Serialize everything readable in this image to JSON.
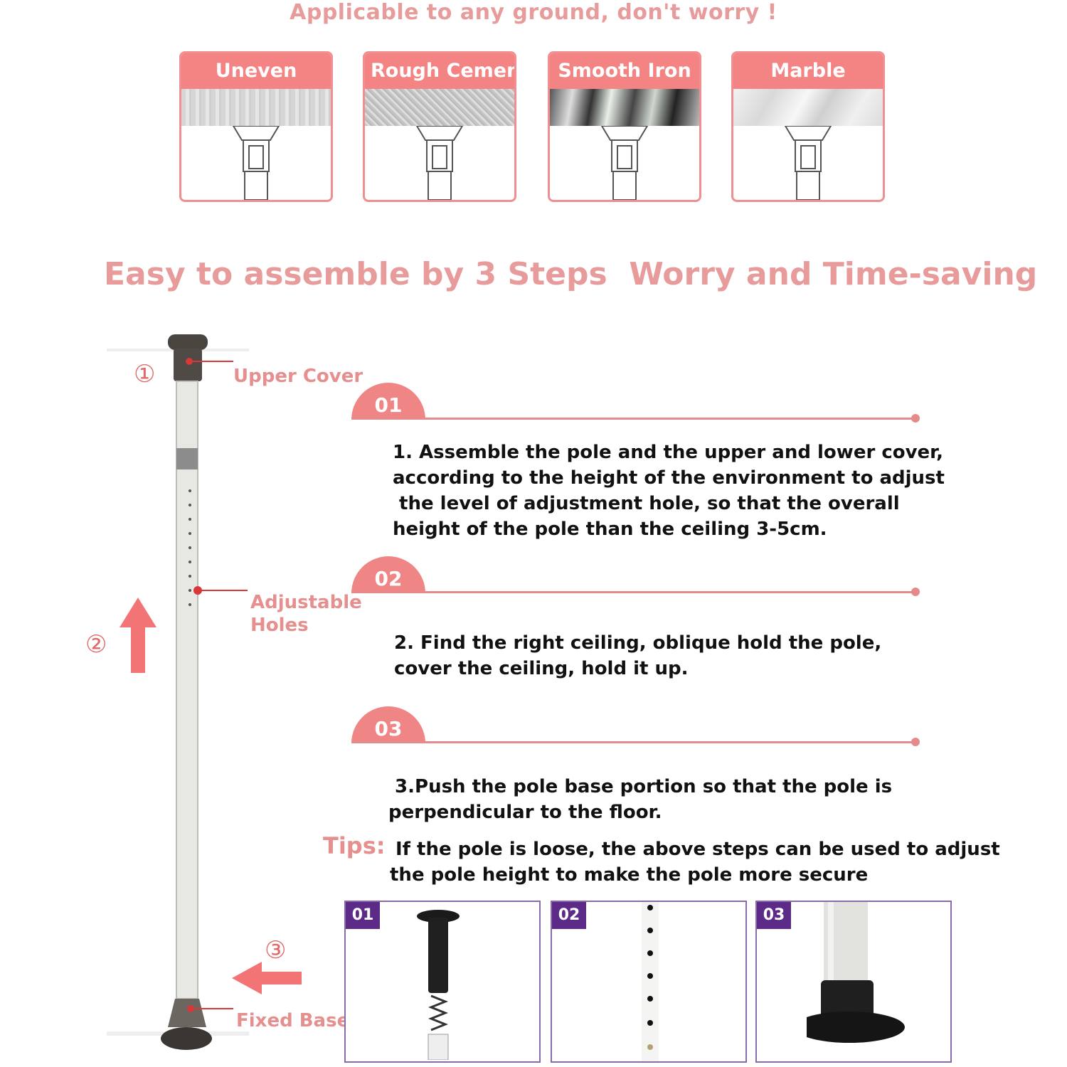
{
  "header": {
    "top_heading": "Applicable to any ground, don't worry !",
    "main_heading": "Easy to assemble by 3 Steps  Worry and Time-saving"
  },
  "surfaces": [
    {
      "label": "Uneven"
    },
    {
      "label": "Rough Cement"
    },
    {
      "label": "Smooth Iron"
    },
    {
      "label": "Marble"
    }
  ],
  "pole_labels": {
    "circle_1": "①",
    "circle_2": "②",
    "circle_3": "③",
    "upper_cover": "Upper Cover",
    "adjustable_line1": "Adjustable",
    "adjustable_line2": "Holes",
    "fixed_base": "Fixed Base"
  },
  "steps": [
    {
      "badge": "01",
      "text": "1. Assemble the pole and the upper and lower cover,\naccording to the height of the environment to adjust\n the level of adjustment hole, so that the overall\nheight of the pole than the ceiling 3-5cm."
    },
    {
      "badge": "02",
      "text": "2. Find the right ceiling, oblique hold the pole,\ncover the ceiling, hold it up."
    },
    {
      "badge": "03",
      "text": " 3.Push the pole base portion so that the pole is\nperpendicular to the floor."
    }
  ],
  "tips": {
    "label": "Tips:",
    "line1": "If the pole is loose, the above steps can be used to adjust",
    "line2": "the pole height to make the pole more secure"
  },
  "thumbnails": [
    {
      "tag": "01"
    },
    {
      "tag": "02"
    },
    {
      "tag": "03"
    }
  ],
  "colors": {
    "pink": "#e89b9b",
    "badge_pink": "#f08585",
    "purple": "#5b2b87"
  }
}
